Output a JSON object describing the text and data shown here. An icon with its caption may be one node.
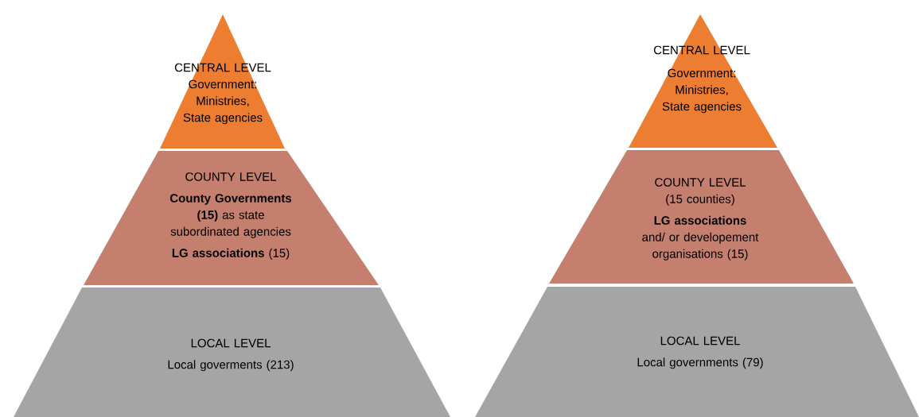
{
  "diagram": {
    "nodes": [
      {
        "text": [
          "CENTRAL LEVEL",
          "Government: Ministries, State agencies"
        ]
      },
      {
        "text": [
          "COUNTY LEVEL",
          "**County Governments (15)** as state subordinated agencies",
          "**LG associations** (15)"
        ]
      },
      {
        "text": [
          "LOCAL LEVEL",
          "Local goverments (213)"
        ]
      },
      {
        "text": [
          "CENTRAL LEVEL",
          "Government: Ministries, State agencies"
        ]
      },
      {
        "text": [
          "COUNTY LEVEL (15 counties)",
          "**LG associations** and/ or developement organisations (15)"
        ]
      },
      {
        "text": [
          "LOCAL LEVEL",
          "Local governments (79)"
        ]
      }
    ]
  }
}
